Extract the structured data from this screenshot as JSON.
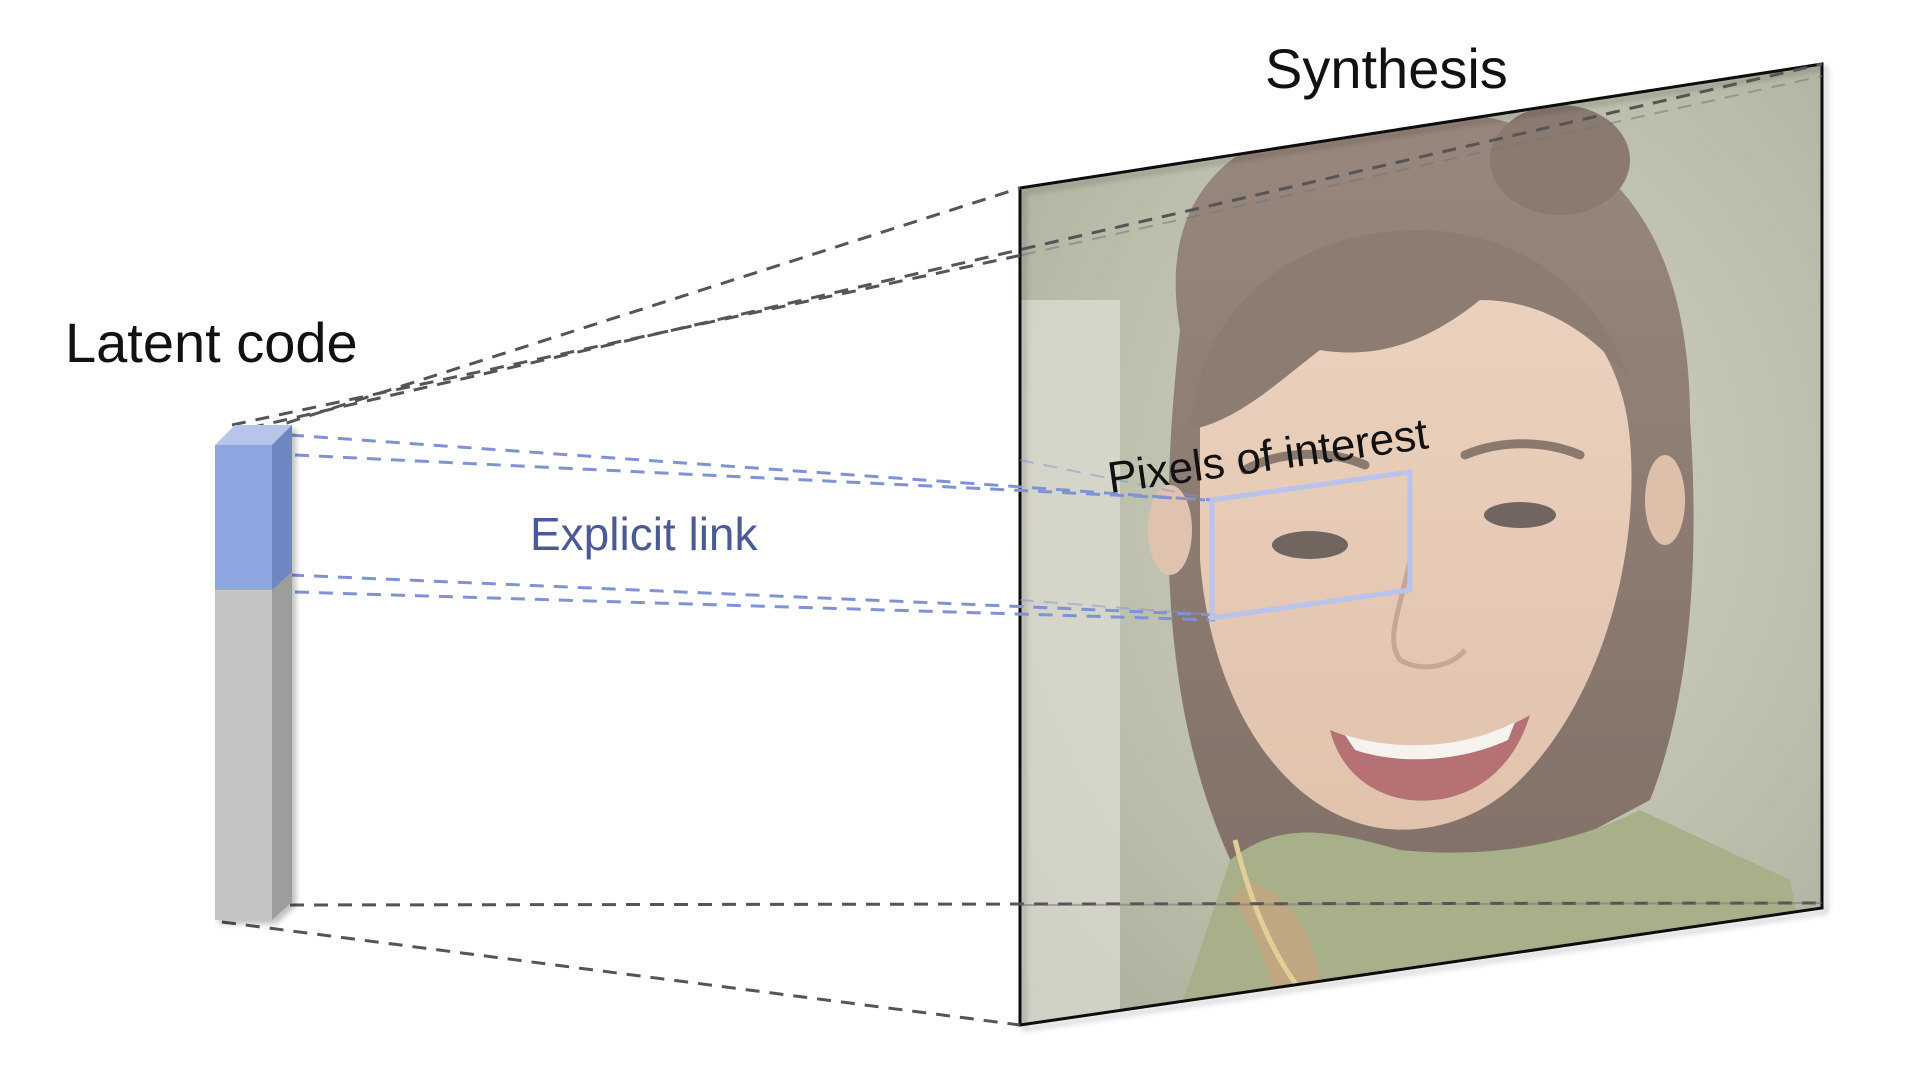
{
  "labels": {
    "latent_code": "Latent code",
    "synthesis": "Synthesis",
    "explicit_link": "Explicit link",
    "pixels_of_interest": "Pixels of interest"
  },
  "colors": {
    "background": "#ffffff",
    "text": "#111111",
    "link_text": "#4a5a96",
    "latent_highlight": "#8ea6df",
    "latent_highlight_side": "#6f86c0",
    "latent_body": "#c4c4c4",
    "latent_body_side": "#9d9d9d",
    "guide_dark": "#555555",
    "guide_blue": "#7f93d4",
    "roi_box": "#b9c3ec",
    "frame_border": "#111111"
  }
}
